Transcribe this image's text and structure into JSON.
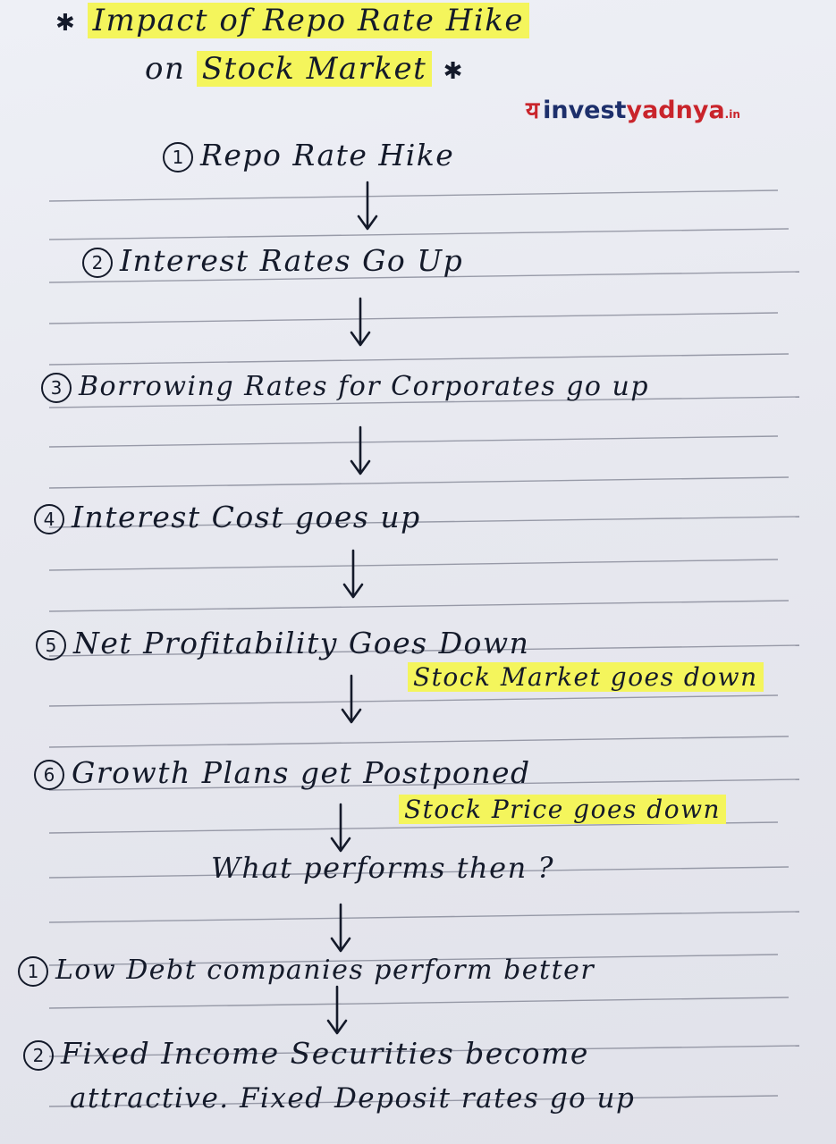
{
  "title": {
    "star": "✱",
    "line1": "Impact of Repo Rate Hike",
    "line2_prefix": "on",
    "line2_highlight": "Stock Market"
  },
  "logo": {
    "mark": "य",
    "part1": "invest",
    "part2": "yadnya",
    "tld": ".in"
  },
  "steps": [
    {
      "num": "1",
      "text": "Repo Rate Hike"
    },
    {
      "num": "2",
      "text": "Interest Rates Go Up"
    },
    {
      "num": "3",
      "text": "Borrowing Rates for Corporates go up"
    },
    {
      "num": "4",
      "text": "Interest Cost goes up"
    },
    {
      "num": "5",
      "text": "Net Profitability Goes Down",
      "note": "Stock Market goes down"
    },
    {
      "num": "6",
      "text": "Growth Plans get Postponed",
      "note": "Stock Price goes down"
    }
  ],
  "question": "What performs then ?",
  "answers": [
    {
      "num": "1",
      "text": "Low Debt companies perform better"
    },
    {
      "num": "2",
      "text": "Fixed Income Securities become",
      "text2": "attractive. Fixed Deposit rates go up"
    }
  ],
  "colors": {
    "ink": "#141a2a",
    "highlight": "#f4f55c",
    "paper": "#e7e8ef",
    "rule": "#7d8090",
    "brand_red": "#c9242b",
    "brand_navy": "#1d2f6b"
  },
  "icons": {
    "arrow": "down-arrow-icon",
    "logo": "investyadnya-logo-icon"
  }
}
